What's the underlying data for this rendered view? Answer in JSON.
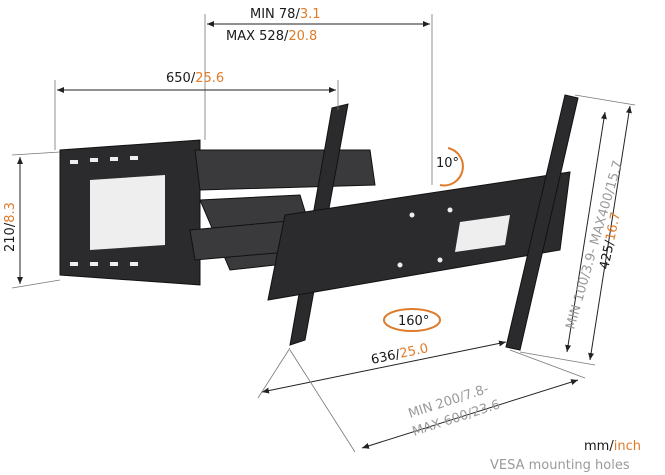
{
  "dimensions": {
    "arm_min_mm": "MIN 78/",
    "arm_min_in": "3.1",
    "arm_max_mm": "MAX 528/",
    "arm_max_in": "20.8",
    "wall_width_mm": "650/",
    "wall_width_in": "25.6",
    "wall_height_mm": "210/",
    "wall_height_in": "8.3",
    "tilt": "10°",
    "swivel": "160°",
    "bracket_width_mm": "636/",
    "bracket_width_in": "25.0",
    "vesa_width_line1": "MIN 200/7.8-",
    "vesa_width_line2": "MAX 600/23.6",
    "vesa_height": "MIN 100/3.9- MAX400/15.7",
    "bracket_height_mm": "425/",
    "bracket_height_in": "16.7"
  },
  "legend": {
    "unit_mm": "mm/",
    "unit_inch": "inch",
    "caption": "VESA mounting holes"
  },
  "colors": {
    "accent": "#e07b2a",
    "metal": "#2b2b2d",
    "secondary_text": "#9a9a9a"
  }
}
